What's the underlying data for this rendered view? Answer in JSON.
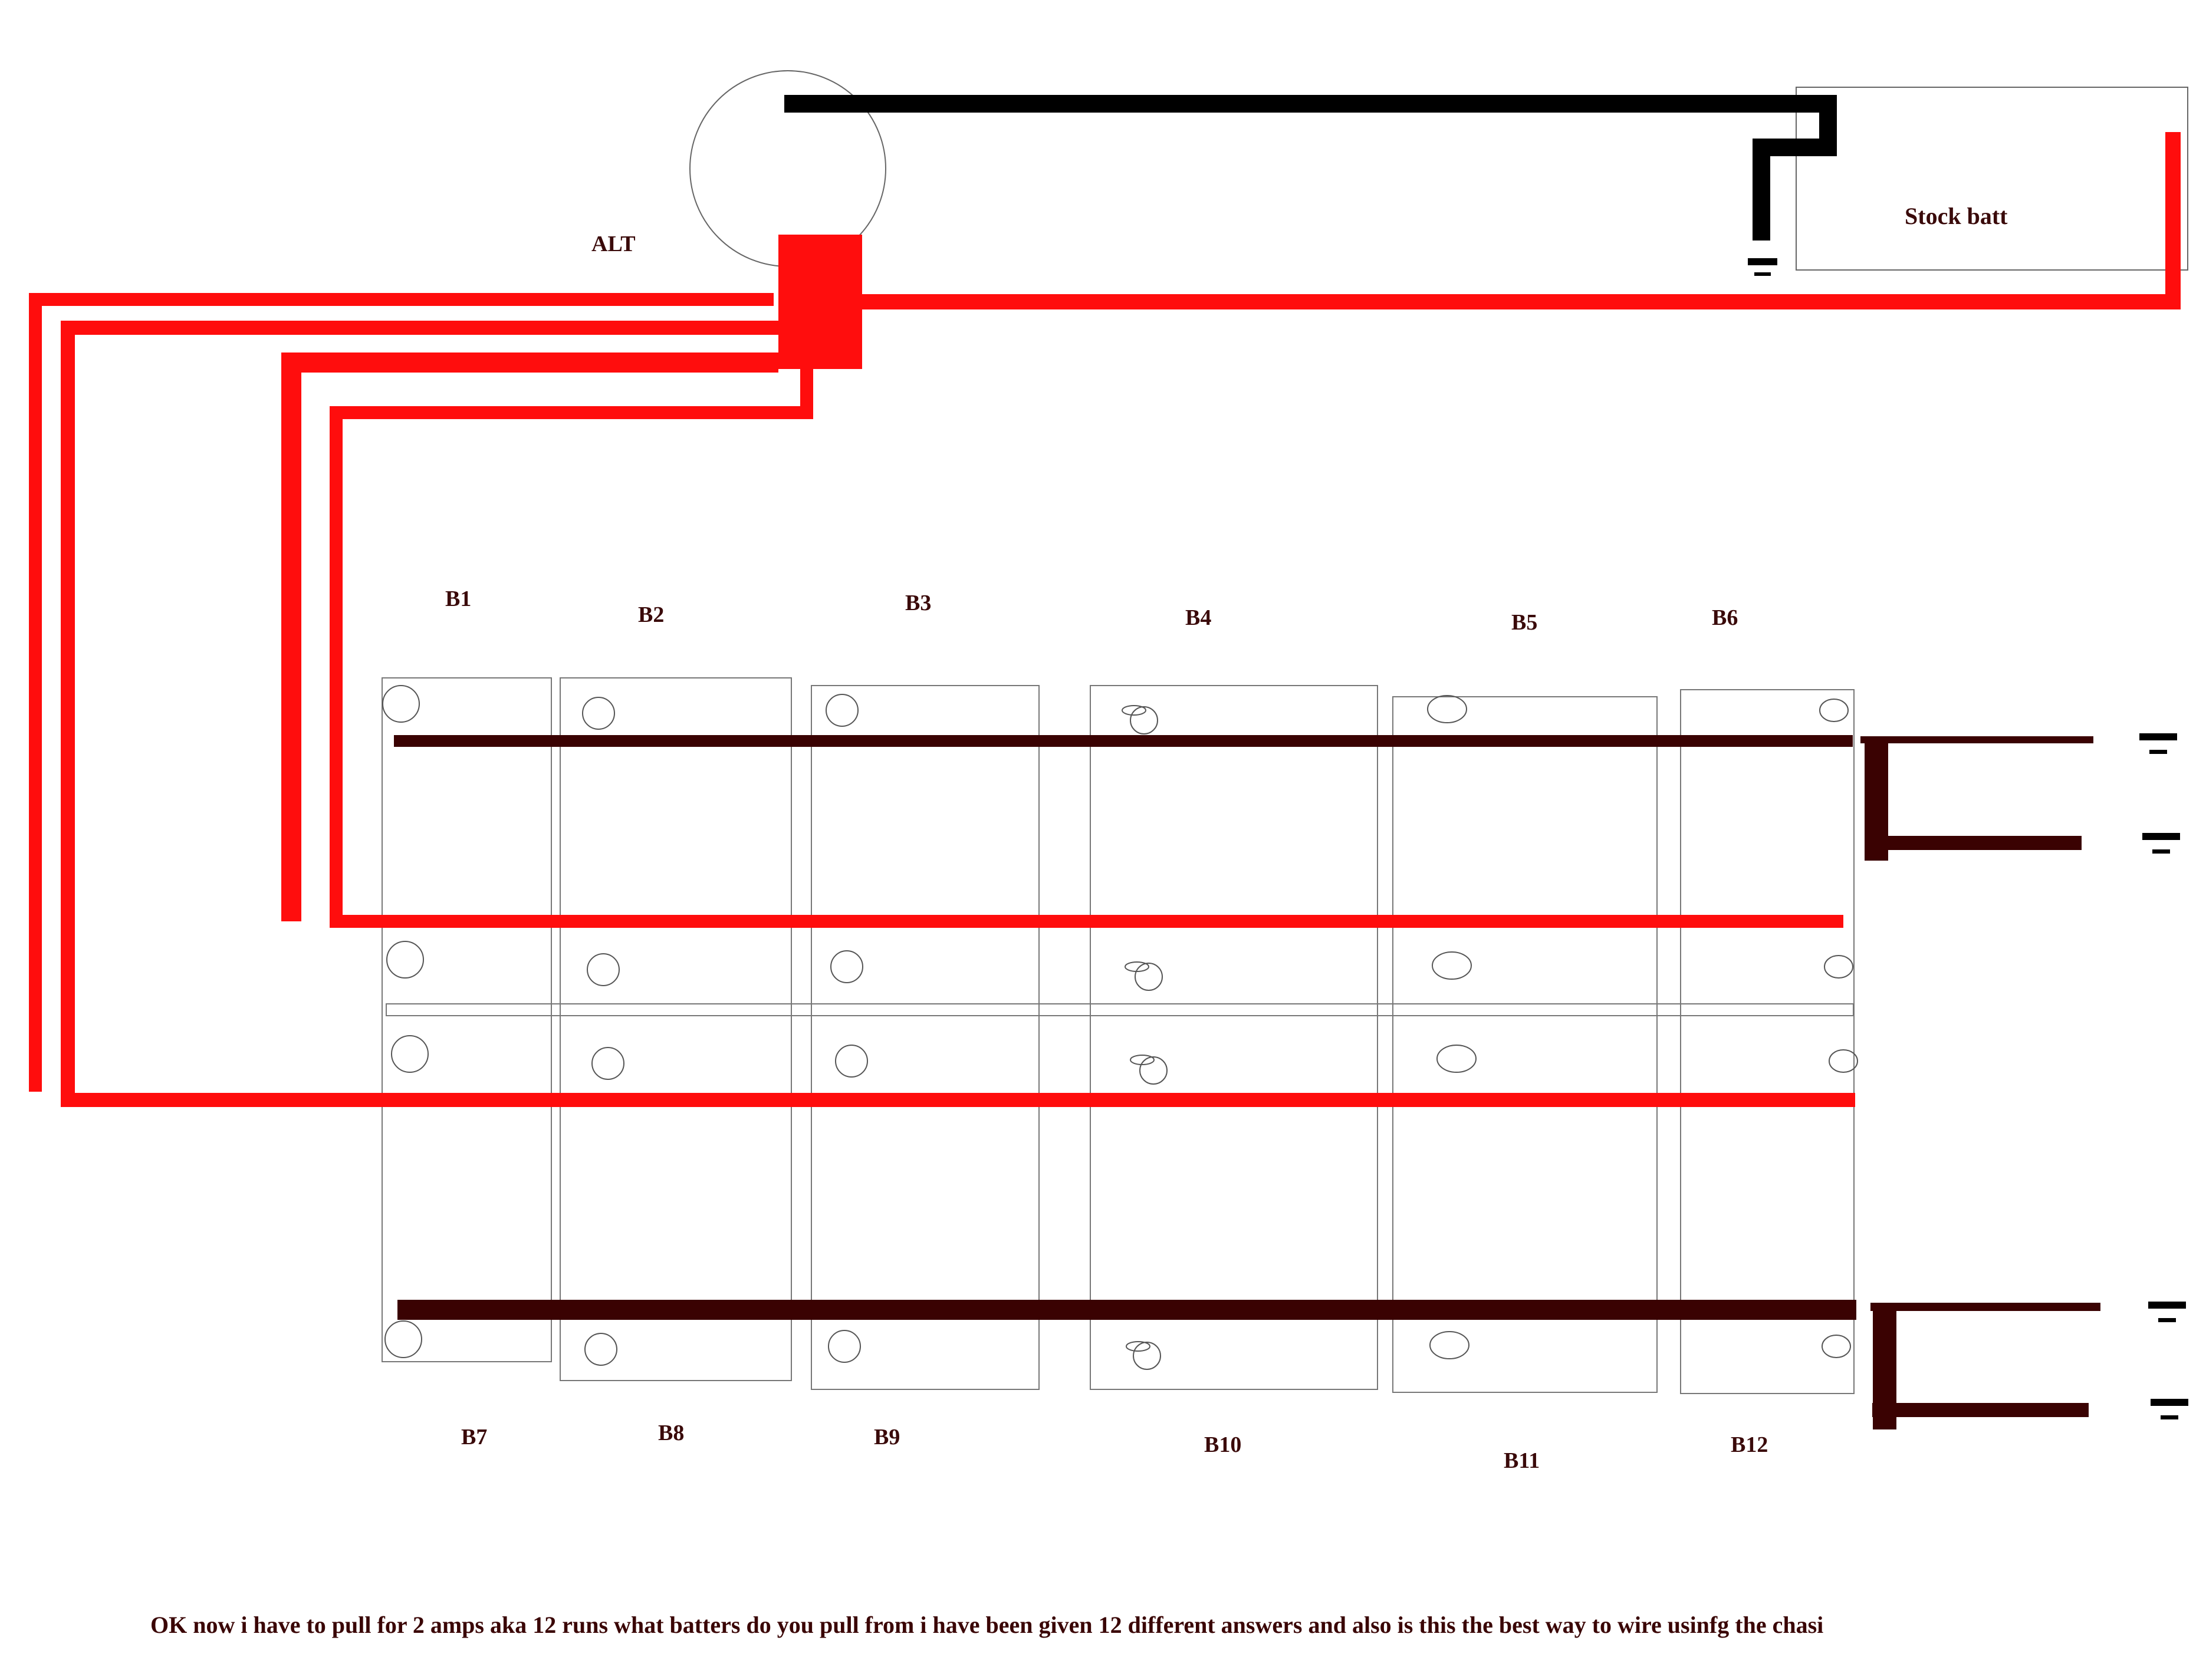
{
  "colors": {
    "positive": "#ff0d0d",
    "ground_bus": "#3a0202",
    "ground_symbol": "#000000",
    "black_cable": "#000000",
    "outline": "#666666",
    "label": "#3a0a0a",
    "caption": "#3a0505"
  },
  "labels": {
    "alt": "ALT",
    "stock_batt": "Stock batt",
    "top_row": [
      "B1",
      "B2",
      "B3",
      "B4",
      "B5",
      "B6"
    ],
    "bottom_row": [
      "B7",
      "B8",
      "B9",
      "B10",
      "B11",
      "B12"
    ]
  },
  "caption": "OK now i have to pull for 2 amps  aka 12 runs what batters do you pull from  i have been given 12 different answers and also is this the best way to wire usinfg the chasi"
}
